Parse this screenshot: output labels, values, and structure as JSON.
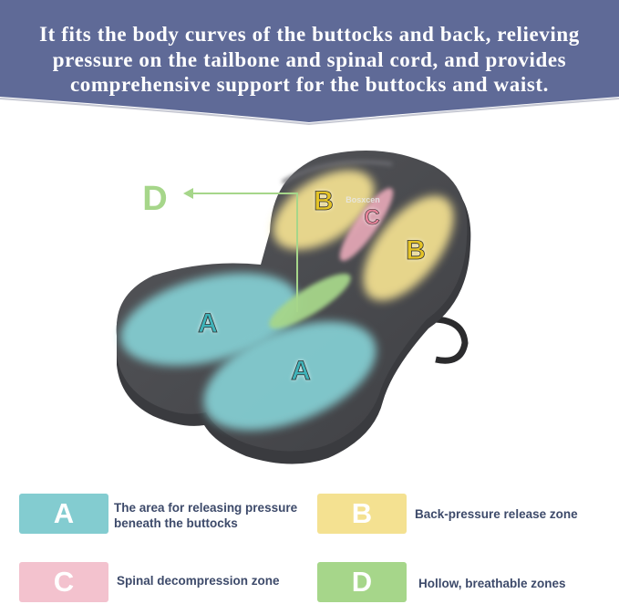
{
  "banner": {
    "text": "It fits the body curves of the buttocks and back, relieving pressure on the tailbone and spinal cord, and provides comprehensive support for the buttocks and waist.",
    "background_color": "#5f6a97"
  },
  "product": {
    "brand_mark": "Bosxcen",
    "zone_labels": {
      "a": "A",
      "b": "B",
      "c": "C",
      "d": "D"
    },
    "cushion_color": "#4b4c50"
  },
  "legend": [
    {
      "letter": "A",
      "label": "The area for releasing pressure beneath the buttocks",
      "color": "#83ccd0"
    },
    {
      "letter": "B",
      "label": "Back-pressure release zone",
      "color": "#f4e191"
    },
    {
      "letter": "C",
      "label": "Spinal decompression zone",
      "color": "#f3c2ce"
    },
    {
      "letter": "D",
      "label": "Hollow, breathable zones",
      "color": "#a6d68a"
    }
  ]
}
